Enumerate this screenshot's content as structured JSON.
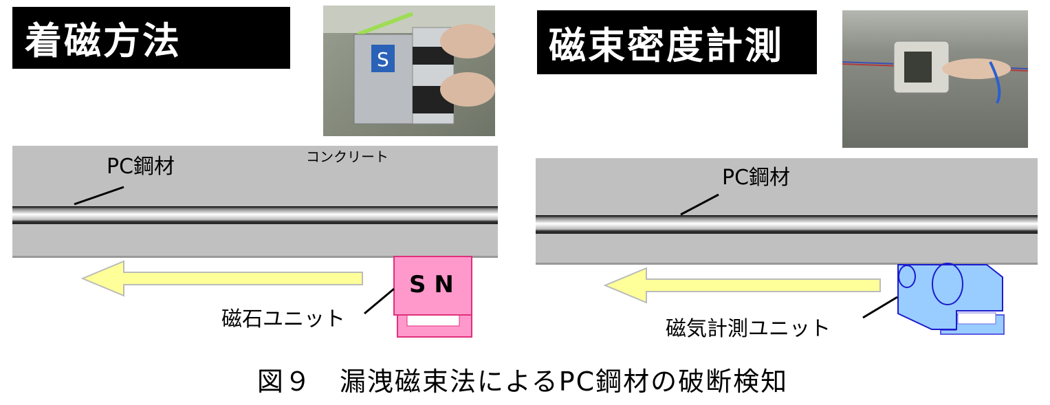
{
  "figure": {
    "caption": "図９　漏洩磁束法によるPC鋼材の破断検知",
    "left_panel": {
      "title": "着磁方法",
      "steel_label": "PC鋼材",
      "concrete_label": "コンクリート",
      "unit_label": "磁石ユニット",
      "magnet_poles": "S N",
      "photo_sign": "S"
    },
    "right_panel": {
      "title": "磁束密度計測",
      "steel_label": "PC鋼材",
      "unit_label": "磁気計測ユニット"
    },
    "colors": {
      "concrete": "#c0c0c0",
      "arrow_fill": "#ffff99",
      "magnet": "#ff99cc",
      "sensor": "#99ccff",
      "sensor_stroke": "#1a1acc"
    }
  }
}
